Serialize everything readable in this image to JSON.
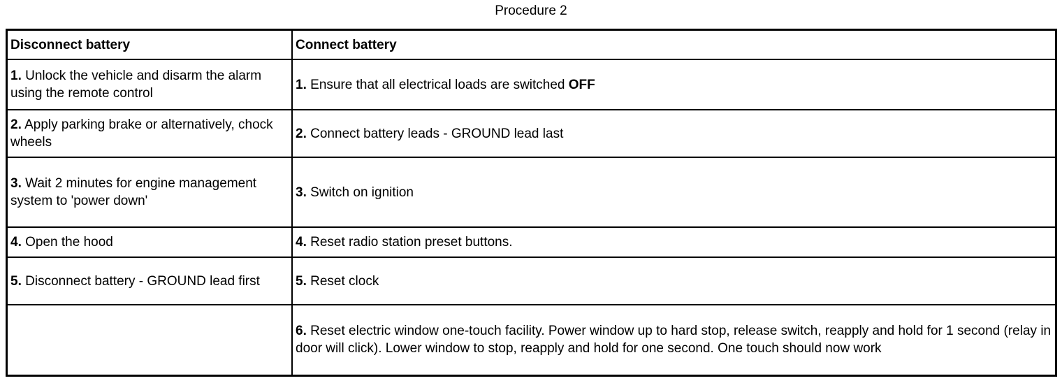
{
  "title": "Procedure 2",
  "table": {
    "headers": {
      "left": "Disconnect battery",
      "right": "Connect battery"
    },
    "rows": [
      {
        "left_num": "1.",
        "left_text": "Unlock the vehicle and disarm the alarm using the remote control",
        "right_num": "1.",
        "right_text": "Ensure that all electrical loads are switched",
        "right_bold_suffix": "OFF"
      },
      {
        "left_num": "2.",
        "left_text": "Apply parking brake or alternatively, chock wheels",
        "right_num": "2.",
        "right_text": "Connect battery leads - GROUND lead last"
      },
      {
        "left_num": "3.",
        "left_text": "Wait 2 minutes for engine management system to 'power down'",
        "right_num": "3.",
        "right_text": "Switch on ignition"
      },
      {
        "left_num": "4.",
        "left_text": "Open the hood",
        "right_num": "4.",
        "right_text": "Reset radio station preset buttons."
      },
      {
        "left_num": "5.",
        "left_text": "Disconnect battery - GROUND lead first",
        "right_num": "5.",
        "right_text": "Reset clock"
      },
      {
        "left_num": "",
        "left_text": "",
        "right_num": "6.",
        "right_text": "Reset electric window one-touch facility. Power window up to hard stop, release switch, reapply and hold for 1 second (relay in door will click). Lower window to stop, reapply and hold for one second. One touch should now work"
      }
    ]
  }
}
